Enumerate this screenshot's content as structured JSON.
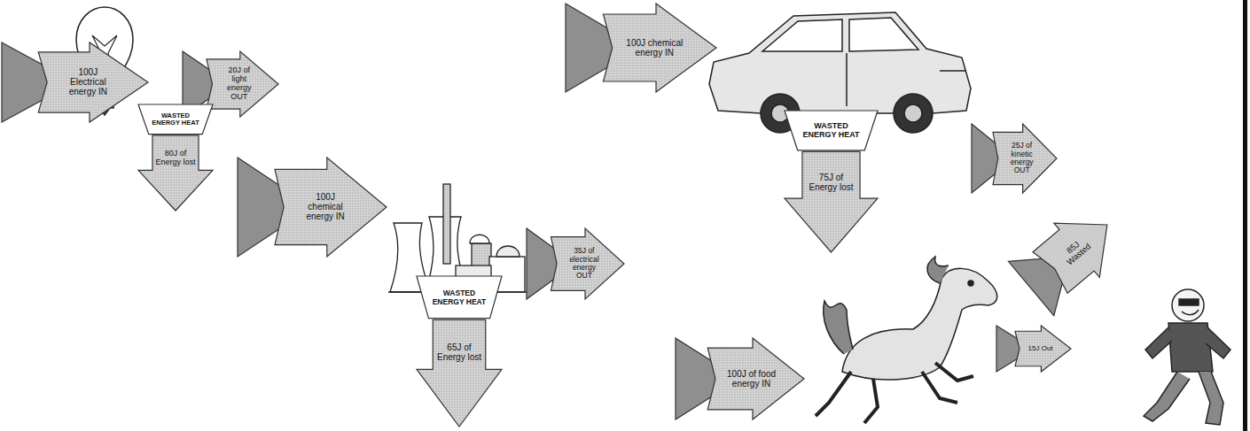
{
  "diagram": {
    "nodes": [
      {
        "text": [
          "100J Electrical energy IN"
        ]
      },
      {
        "text": [
          "20J of light energy OUT"
        ]
      },
      {
        "text": [
          "WASTED ENERGY HEAT",
          "80J of Energy lost"
        ]
      },
      {
        "text": [
          "100J chemical energy IN"
        ]
      },
      {
        "text": [
          "25J of kinetic energy OUT"
        ]
      },
      {
        "text": [
          "WASTED ENERGY HEAT",
          "75J of Energy lost"
        ]
      },
      {
        "text": [
          "100J chemical energy IN"
        ]
      },
      {
        "text": [
          "35J of electrical energy OUT"
        ]
      },
      {
        "text": [
          "WASTED ENERGY HEAT",
          "65J of Energy lost"
        ]
      },
      {
        "text": [
          "100J of food energy IN"
        ]
      },
      {
        "text": [
          "85J Wasted"
        ]
      },
      {
        "text": [
          "15J Out"
        ]
      }
    ]
  }
}
